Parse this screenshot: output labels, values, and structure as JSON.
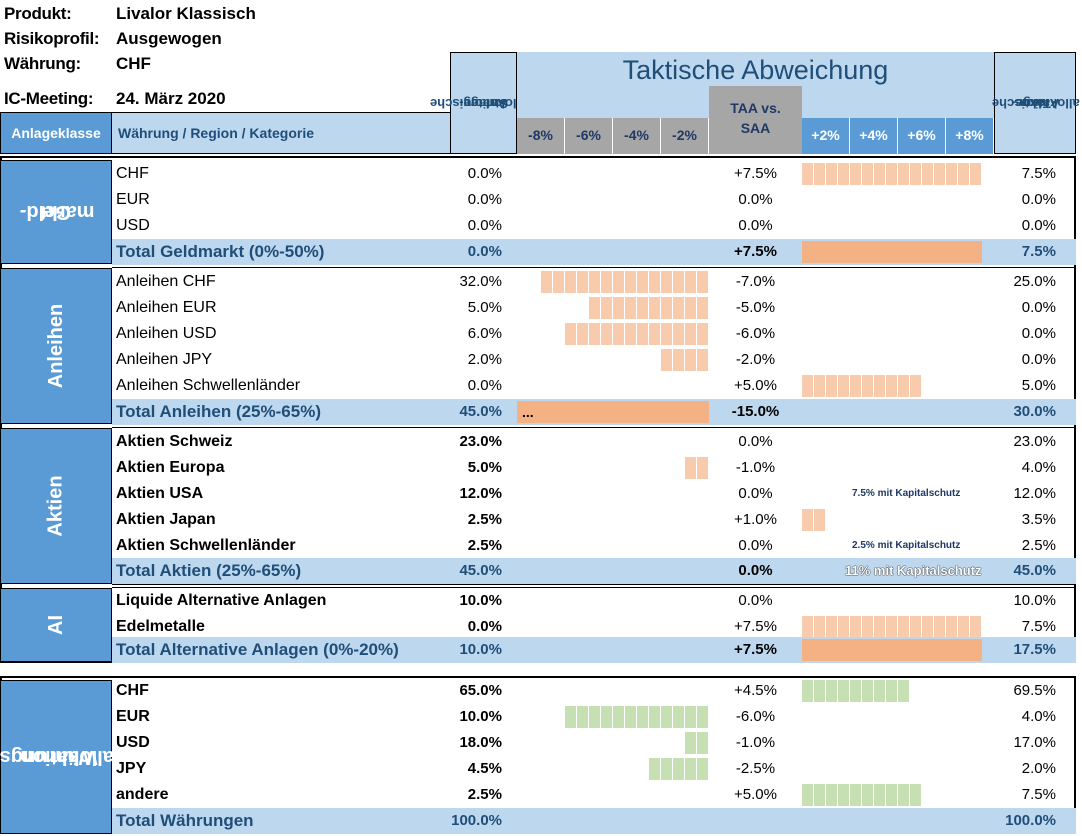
{
  "header": {
    "produkt_label": "Produkt:",
    "produkt_value": "Livalor Klassisch",
    "risiko_label": "Risikoprofil:",
    "risiko_value": "Ausgewogen",
    "waehrung_label": "Währung:",
    "waehrung_value": "CHF",
    "ic_label": "IC-Meeting:",
    "ic_value": "24. März 2020"
  },
  "columns": {
    "anlageklasse": "Anlageklasse",
    "kategorie": "Währung / Region / Kategorie",
    "saa": "Strategische Anlage-allokation",
    "saa_line1": "Strategische",
    "saa_line2": "Anlage-",
    "saa_line3": "allokation",
    "title": "Taktische Abweichung",
    "taa_vs_saa_1": "TAA vs.",
    "taa_vs_saa_2": "SAA",
    "taa_line1": "Taktische",
    "taa_line2": "Anlage-",
    "taa_line3": "allokation",
    "neg_scale": [
      "-8%",
      "-6%",
      "-4%",
      "-2%"
    ],
    "pos_scale": [
      "+2%",
      "+4%",
      "+6%",
      "+8%"
    ]
  },
  "sections": {
    "geldmarkt": {
      "label_1": "Geld-",
      "label_2": "markt",
      "rows": [
        {
          "name": "CHF",
          "saa": "0.0%",
          "diff": "+7.5%",
          "taa": "7.5%",
          "delta": 7.5
        },
        {
          "name": "EUR",
          "saa": "0.0%",
          "diff": "0.0%",
          "taa": "0.0%",
          "delta": 0
        },
        {
          "name": "USD",
          "saa": "0.0%",
          "diff": "0.0%",
          "taa": "0.0%",
          "delta": 0
        }
      ],
      "total": {
        "name": "Total Geldmarkt (0%-50%)",
        "saa": "0.0%",
        "diff": "+7.5%",
        "taa": "7.5%",
        "delta": 7.5
      }
    },
    "anleihen": {
      "label": "Anleihen",
      "rows": [
        {
          "name": "Anleihen CHF",
          "saa": "32.0%",
          "diff": "-7.0%",
          "taa": "25.0%",
          "delta": -7
        },
        {
          "name": "Anleihen EUR",
          "saa": "5.0%",
          "diff": "-5.0%",
          "taa": "0.0%",
          "delta": -5
        },
        {
          "name": "Anleihen USD",
          "saa": "6.0%",
          "diff": "-6.0%",
          "taa": "0.0%",
          "delta": -6
        },
        {
          "name": "Anleihen JPY",
          "saa": "2.0%",
          "diff": "-2.0%",
          "taa": "0.0%",
          "delta": -2
        },
        {
          "name": "Anleihen Schwellenländer",
          "saa": "0.0%",
          "diff": "+5.0%",
          "taa": "5.0%",
          "delta": 5
        }
      ],
      "total": {
        "name": "Total Anleihen (25%-65%)",
        "saa": "45.0%",
        "diff": "-15.0%",
        "taa": "30.0%",
        "delta": -8,
        "overflow": "..."
      }
    },
    "aktien": {
      "label": "Aktien",
      "rows": [
        {
          "name": "Aktien Schweiz",
          "saa": "23.0%",
          "diff": "0.0%",
          "taa": "23.0%",
          "delta": 0,
          "note": ""
        },
        {
          "name": "Aktien Europa",
          "saa": "5.0%",
          "diff": "-1.0%",
          "taa": "4.0%",
          "delta": -1,
          "note": ""
        },
        {
          "name": "Aktien USA",
          "saa": "12.0%",
          "diff": "0.0%",
          "taa": "12.0%",
          "delta": 0,
          "note": "7.5% mit Kapitalschutz"
        },
        {
          "name": "Aktien Japan",
          "saa": "2.5%",
          "diff": "+1.0%",
          "taa": "3.5%",
          "delta": 1,
          "note": ""
        },
        {
          "name": "Aktien Schwellenländer",
          "saa": "2.5%",
          "diff": "0.0%",
          "taa": "2.5%",
          "delta": 0,
          "note": "2.5% mit Kapitalschutz"
        }
      ],
      "total": {
        "name": "Total Aktien (25%-65%)",
        "saa": "45.0%",
        "diff": "0.0%",
        "taa": "45.0%",
        "delta": 0,
        "note": "11% mit Kapitalschutz"
      }
    },
    "ai": {
      "label": "AI",
      "rows": [
        {
          "name": "Liquide Alternative Anlagen",
          "saa": "10.0%",
          "diff": "0.0%",
          "taa": "10.0%",
          "delta": 0
        },
        {
          "name": "Edelmetalle",
          "saa": "0.0%",
          "diff": "+7.5%",
          "taa": "7.5%",
          "delta": 7.5
        }
      ],
      "total": {
        "name": "Total Alternative Anlagen (0%-20%)",
        "saa": "10.0%",
        "diff": "+7.5%",
        "taa": "17.5%",
        "delta": 7.5
      }
    },
    "waehrung": {
      "label_1": "Währungs-",
      "label_2": "allokation",
      "rows": [
        {
          "name": "CHF",
          "saa": "65.0%",
          "diff": "+4.5%",
          "taa": "69.5%",
          "delta": 4.5
        },
        {
          "name": "EUR",
          "saa": "10.0%",
          "diff": "-6.0%",
          "taa": "4.0%",
          "delta": -6
        },
        {
          "name": "USD",
          "saa": "18.0%",
          "diff": "-1.0%",
          "taa": "17.0%",
          "delta": -1
        },
        {
          "name": "JPY",
          "saa": "4.5%",
          "diff": "-2.5%",
          "taa": "2.0%",
          "delta": -2.5
        },
        {
          "name": "andere",
          "saa": "2.5%",
          "diff": "+5.0%",
          "taa": "7.5%",
          "delta": 5
        }
      ],
      "total": {
        "name": "Total Währungen",
        "saa": "100.0%",
        "taa": "100.0%"
      }
    }
  },
  "colors": {
    "section_blue": "#5b9bd5",
    "total_blue": "#bdd7ee",
    "header_blue": "#bdd7ee",
    "orange_bar": "#f8cbad",
    "orange_total": "#f4b183",
    "green_bar": "#c6e0b4",
    "text_navy": "#1f4e79"
  }
}
